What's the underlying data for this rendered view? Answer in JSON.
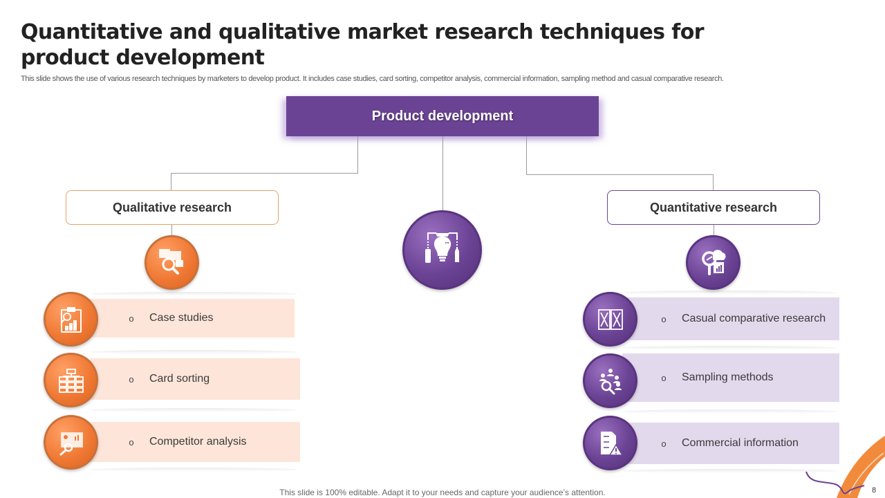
{
  "slide": {
    "title": "Quantitative and qualitative market research techniques for product development",
    "subtitle": "This slide shows the use of various research techniques by marketers to develop product. It includes case studies, card sorting, competitor analysis, commercial information, sampling method and casual comparative research.",
    "footer": "This slide is 100% editable. Adapt it to your needs and capture your audience’s attention.",
    "page_number": "8"
  },
  "colors": {
    "purple": "#6b4394",
    "orange": "#f07a35",
    "orange_light": "#fde5d9",
    "purple_light": "#e3d9ec"
  },
  "root": {
    "label": "Product development",
    "icon": "lightbulb-tools-icon"
  },
  "qualitative": {
    "label": "Qualitative research",
    "icon": "magnifier-people-icon",
    "bullet": "o",
    "items": [
      {
        "label": "Case studies",
        "icon": "clipboard-chart-icon"
      },
      {
        "label": "Card sorting",
        "icon": "hierarchy-cards-icon"
      },
      {
        "label": "Competitor analysis",
        "icon": "monitor-analysis-icon"
      }
    ]
  },
  "quantitative": {
    "label": "Quantitative research",
    "icon": "magnifier-cloud-chart-icon",
    "bullet": "o",
    "items": [
      {
        "label": "Casual comparative research",
        "icon": "compare-panels-icon"
      },
      {
        "label": "Sampling methods",
        "icon": "people-sample-icon"
      },
      {
        "label": "Commercial information",
        "icon": "document-warning-icon"
      }
    ]
  }
}
